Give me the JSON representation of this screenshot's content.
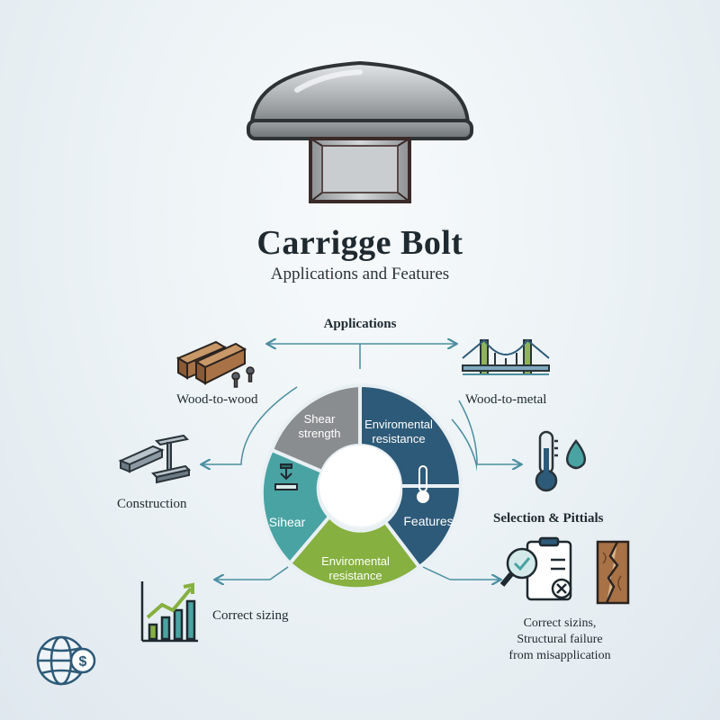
{
  "header": {
    "title": "Carrigge Bolt",
    "subtitle": "Applications and Features"
  },
  "applications": {
    "label": "Applications",
    "wood_to_wood": "Wood-to-wood",
    "wood_to_metal": "Wood-to-metal",
    "construction": "Construction",
    "correct_sizing": "Correct sizing"
  },
  "wheel": {
    "segments": [
      {
        "label_line1": "Shear",
        "label_line2": "strength",
        "color": "#8a8d8f"
      },
      {
        "label_line1": "Enviromental",
        "label_line2": "resistance",
        "color": "#2d5a78"
      },
      {
        "label_line1": "Features",
        "label_line2": "",
        "color": "#2d5a78"
      },
      {
        "label_line1": "Enviromental",
        "label_line2": "resistance",
        "color": "#86b03f"
      },
      {
        "label_line1": "Sihear",
        "label_line2": "",
        "color": "#4aa3a3"
      }
    ]
  },
  "selection": {
    "title": "Selection & Pittials",
    "line1": "Correct sizins,",
    "line2": "Structural failure",
    "line3": "from misapplication"
  },
  "icons": {
    "bolt": "carriage-bolt-icon",
    "wood": "wood-planks-icon",
    "bridge": "bridge-icon",
    "beam": "steel-beam-icon",
    "weather": "thermometer-drop-icon",
    "chart": "growth-chart-icon",
    "inspect": "clipboard-magnifier-icon",
    "crack": "cracked-wood-icon",
    "globe": "globe-dollar-icon"
  },
  "colors": {
    "accent_teal": "#4aa3a3",
    "accent_blue": "#2d5a78",
    "accent_green": "#86b03f",
    "accent_gray": "#8a8d8f"
  }
}
